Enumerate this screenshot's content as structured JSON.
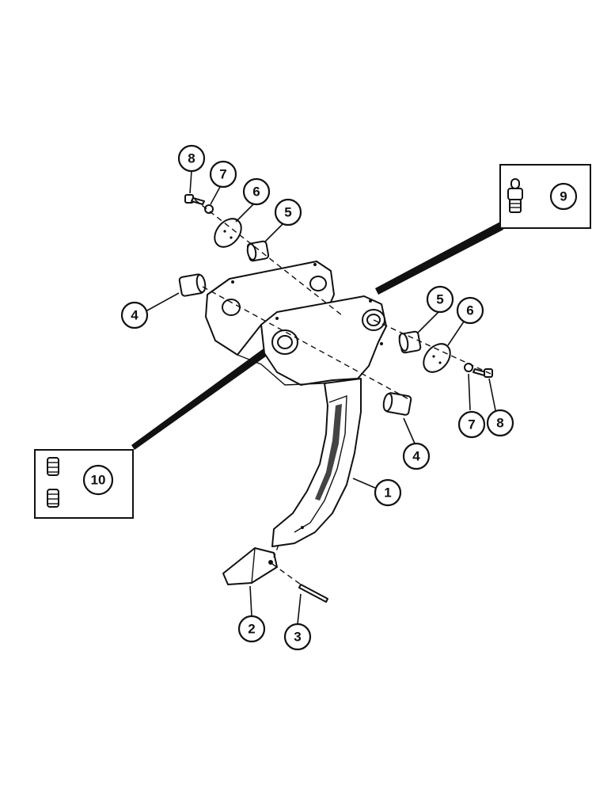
{
  "callouts": {
    "c1": "1",
    "c2": "2",
    "c3": "3",
    "c4a": "4",
    "c4b": "4",
    "c5a": "5",
    "c5b": "5",
    "c6a": "6",
    "c6b": "6",
    "c7a": "7",
    "c7b": "7",
    "c8a": "8",
    "c8b": "8",
    "c9": "9",
    "c10": "10"
  }
}
